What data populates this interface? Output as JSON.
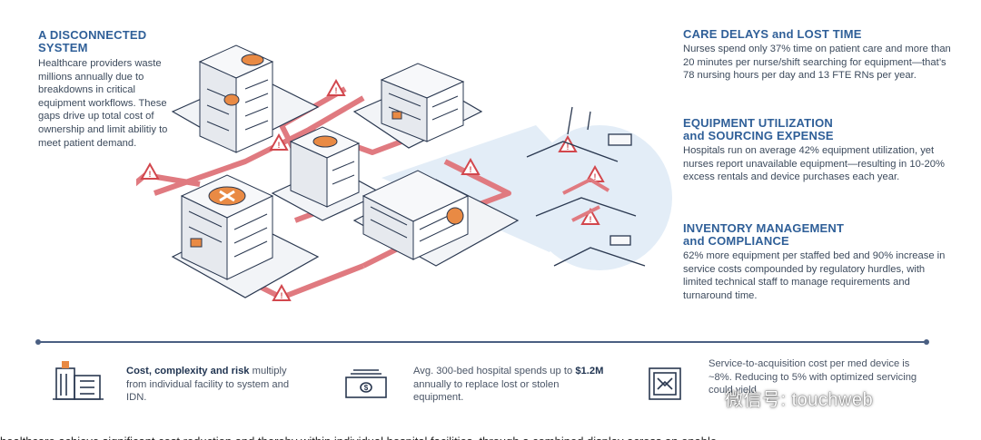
{
  "left": {
    "title": "A DISCONNECTED SYSTEM",
    "body": "Healthcare providers waste millions annually due to breakdowns in critical equipment workflows. These gaps drive up total cost of ownership and limit abilitiy to meet patient demand."
  },
  "right": [
    {
      "title": "CARE DELAYS and LOST TIME",
      "body": "Nurses spend only 37% time on patient care and more than 20 minutes per nurse/shift searching for equipment—that’s 78 nursing hours per day and 13 FTE RNs per year."
    },
    {
      "title": "EQUIPMENT UTILIZATION and SOURCING EXPENSE",
      "body": "Hospitals run on average 42% equipment utilization, yet nurses report unavailable equipment—resulting in 10-20% excess rentals and device purchases each year."
    },
    {
      "title": "INVENTORY MANAGEMENT and COMPLIANCE",
      "body": "62% more equipment per staffed bed and 90% increase in service costs compounded by regulatory hurdles, with limited technical staff to manage requirements and turnaround time."
    }
  ],
  "bottom": [
    {
      "icon": "hospital-building-icon",
      "bold": "Cost, complexity and risk",
      "text": "multiply from individual facility to system and IDN."
    },
    {
      "icon": "money-bill-icon",
      "pre": "Avg. 300-bed hospital spends up to ",
      "bold": "$1.2M",
      "post": " annually to replace lost or stolen equipment."
    },
    {
      "icon": "medical-device-icon",
      "text": "Service-to-acquisition cost per med device is ~8%. Reducing to 5% with optimized servicing could yield"
    }
  ],
  "watermark": "微信号: touchweb",
  "cut_caption": "healthcare achieve significant cost reduction and thereby within individual hospital facilities, through a combined display across an enable"
}
